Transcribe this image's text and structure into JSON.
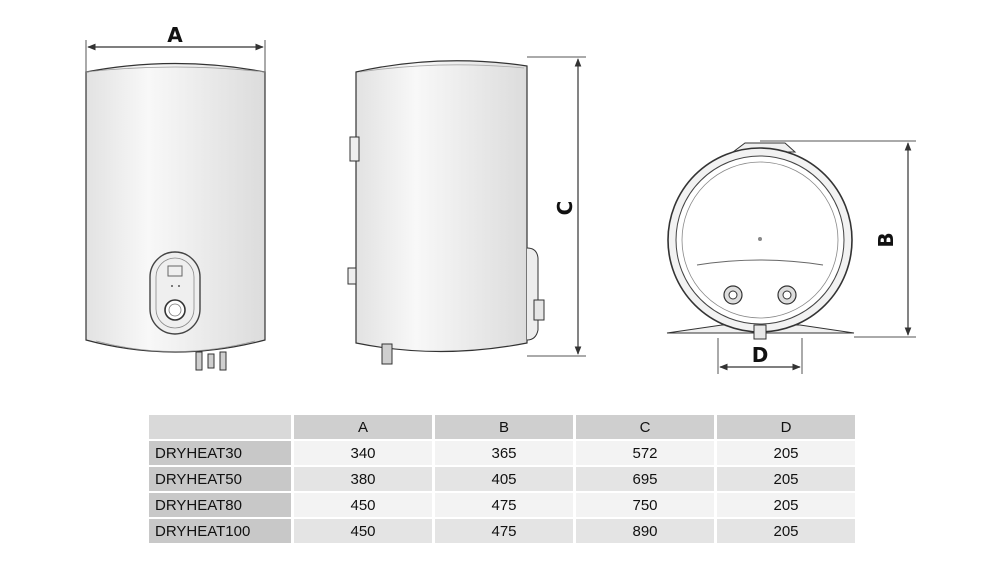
{
  "dimension_labels": {
    "a": "A",
    "b": "B",
    "c": "C",
    "d": "D"
  },
  "table": {
    "columns": [
      "",
      "A",
      "B",
      "C",
      "D"
    ],
    "rows": [
      {
        "model": "DRYHEAT30",
        "values": [
          "340",
          "365",
          "572",
          "205"
        ]
      },
      {
        "model": "DRYHEAT50",
        "values": [
          "380",
          "405",
          "695",
          "205"
        ]
      },
      {
        "model": "DRYHEAT80",
        "values": [
          "450",
          "475",
          "750",
          "205"
        ]
      },
      {
        "model": "DRYHEAT100",
        "values": [
          "450",
          "475",
          "890",
          "205"
        ]
      }
    ]
  }
}
